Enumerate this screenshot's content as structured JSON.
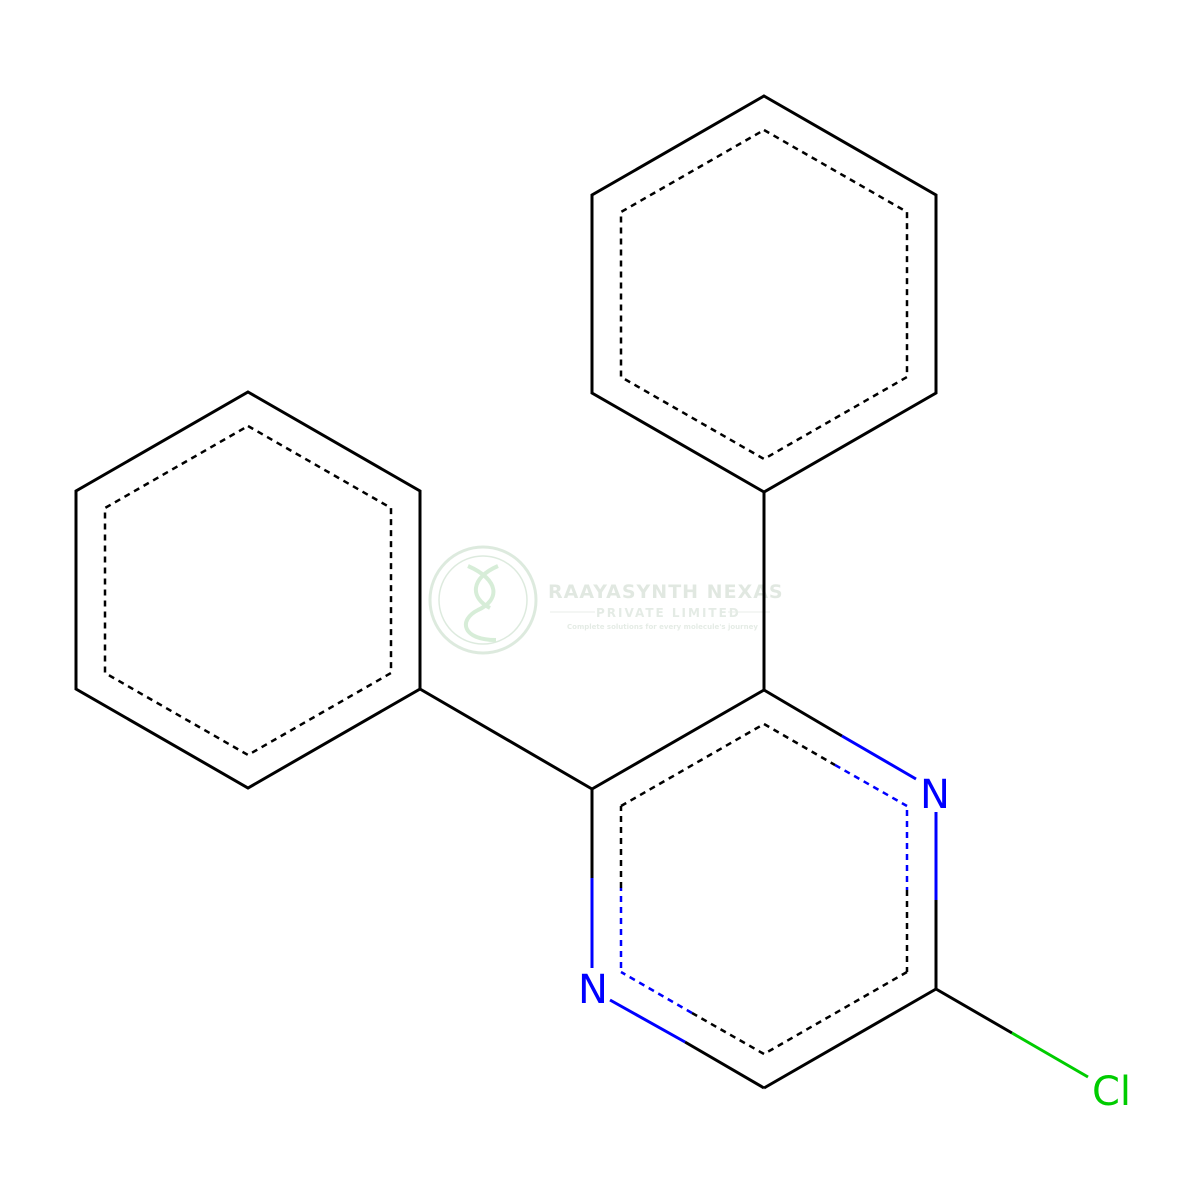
{
  "molecule": {
    "atoms": [
      {
        "id": "n1",
        "label": "N",
        "color": "#0000FF"
      },
      {
        "id": "n2",
        "label": "N",
        "color": "#0000FF"
      },
      {
        "id": "cl",
        "label": "Cl",
        "color": "#00CC00"
      }
    ]
  },
  "watermark": {
    "title": "RAAYASYNTH NEXAS",
    "subtitle": "PRIVATE LIMITED",
    "tagline": "Complete solutions for every molecule's journey",
    "color": "#4caf50"
  },
  "colors": {
    "bond": "#000000",
    "nitrogen": "#0000FF",
    "chlorine": "#00CC00"
  }
}
